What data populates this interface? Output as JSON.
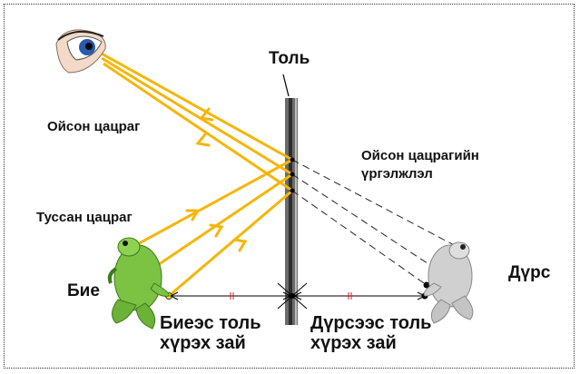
{
  "labels": {
    "mirror": "Толь",
    "reflected_ray": "Ойсон цацраг",
    "reflected_ray_extension_line1": "Ойсон  цацрагийн",
    "reflected_ray_extension_line2": "үргэлжлэл",
    "incident_ray": "Туссан цацраг",
    "object": "Бие",
    "image": "Дүрс",
    "object_distance_line1": "Биеэс толь",
    "object_distance_line2": "хүрэх зай",
    "image_distance_line1": "Дүрсээс толь",
    "image_distance_line2": "хүрэх зай"
  },
  "icons": {
    "eye": "eye-icon",
    "object": "frog-icon",
    "image": "frog-image-icon"
  },
  "colors": {
    "ray": "#f5b60a",
    "arrow": "#f5b60a",
    "mirror": "#555555",
    "frog_object": "#7cc243",
    "frog_image": "#c8c8c8",
    "tick_marks": "#cc2222"
  }
}
